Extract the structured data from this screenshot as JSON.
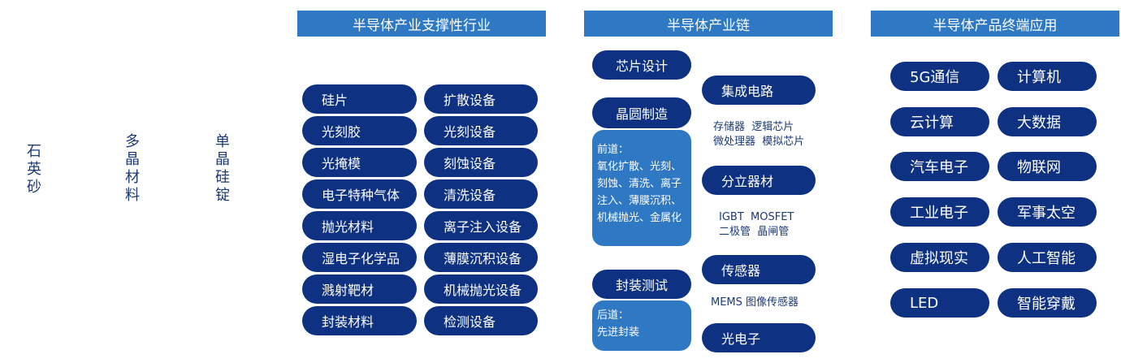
{
  "raw_materials": [
    "石英砂",
    "多晶材料",
    "单晶硅锭"
  ],
  "headers": {
    "support": "半导体产业支撑性行业",
    "chain": "半导体产业链",
    "apps": "半导体产品终端应用"
  },
  "support_left": [
    "硅片",
    "光刻胶",
    "光掩模",
    "电子特种气体",
    "抛光材料",
    "湿电子化学品",
    "溅射靶材",
    "封装材料"
  ],
  "support_right": [
    "扩散设备",
    "光刻设备",
    "刻蚀设备",
    "清洗设备",
    "离子注入设备",
    "薄膜沉积设备",
    "机械抛光设备",
    "检测设备"
  ],
  "chain": {
    "chip_design": "芯片设计",
    "wafer_mfg": "晶圆制造",
    "front_title": "前道：",
    "front_lines": [
      "氧化扩散、光刻、",
      "刻蚀、清洗、离子",
      "注入、薄膜沉积、",
      "机械抛光、金属化"
    ],
    "packaging": "封装测试",
    "back_title": "后道：",
    "back_line": "先进封装",
    "ic": "集成电路",
    "ic_detail": [
      "存储器  逻辑芯片",
      "微处理器  模拟芯片"
    ],
    "discrete": "分立器材",
    "discrete_detail": [
      "IGBT  MOSFET",
      "二极管  晶闸管"
    ],
    "sensor": "传感器",
    "sensor_detail": "MEMS 图像传感器",
    "optoelectronics": "光电子"
  },
  "apps_left": [
    "5G通信",
    "云计算",
    "汽车电子",
    "工业电子",
    "虚拟现实",
    "LED"
  ],
  "apps_right": [
    "计算机",
    "大数据",
    "物联网",
    "军事太空",
    "人工智能",
    "智能穿戴"
  ],
  "colors": {
    "header_blue": "#2f78c4",
    "pill_navy": "#0e3281",
    "text_navy": "#1c3a78"
  }
}
